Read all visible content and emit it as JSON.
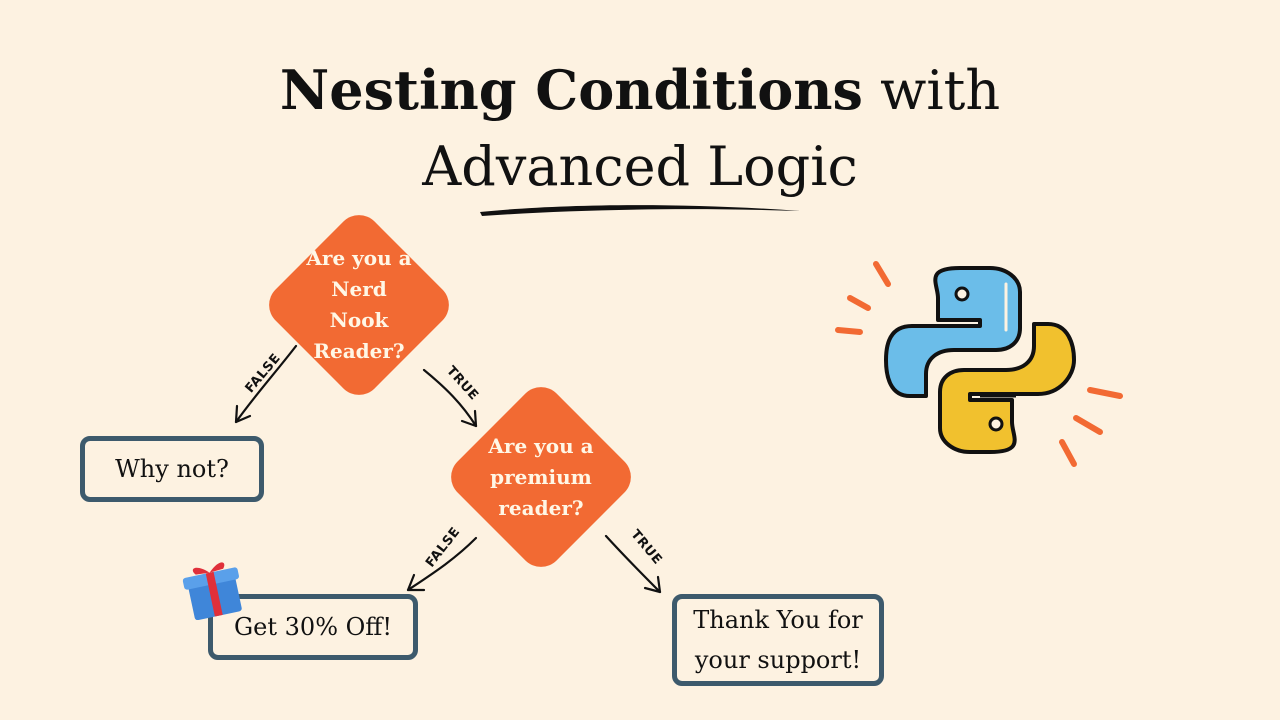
{
  "title": {
    "bold_part": "Nesting Conditions",
    "light_part_1": "with",
    "light_part_2": "Advanced Logic"
  },
  "flowchart": {
    "decision_1": {
      "line1": "Are you a",
      "line2": "Nerd Nook",
      "line3": "Reader?"
    },
    "decision_2": {
      "line1": "Are you a",
      "line2": "premium",
      "line3": "reader?"
    },
    "edges": {
      "d1_false": "FALSE",
      "d1_true": "TRUE",
      "d2_false": "FALSE",
      "d2_true": "TRUE"
    },
    "outcomes": {
      "why_not": "Why not?",
      "discount": "Get 30% Off!",
      "thanks_line1": "Thank You for",
      "thanks_line2": "your support!"
    }
  },
  "colors": {
    "background": "#fdf2e1",
    "diamond": "#f26a33",
    "box_border": "#3d5a6c",
    "python_blue": "#6bbde9",
    "python_yellow": "#f1c12e",
    "accent_dashes": "#f26a33"
  },
  "icons": {
    "python": "python-logo-icon",
    "gift": "gift-box-icon"
  }
}
